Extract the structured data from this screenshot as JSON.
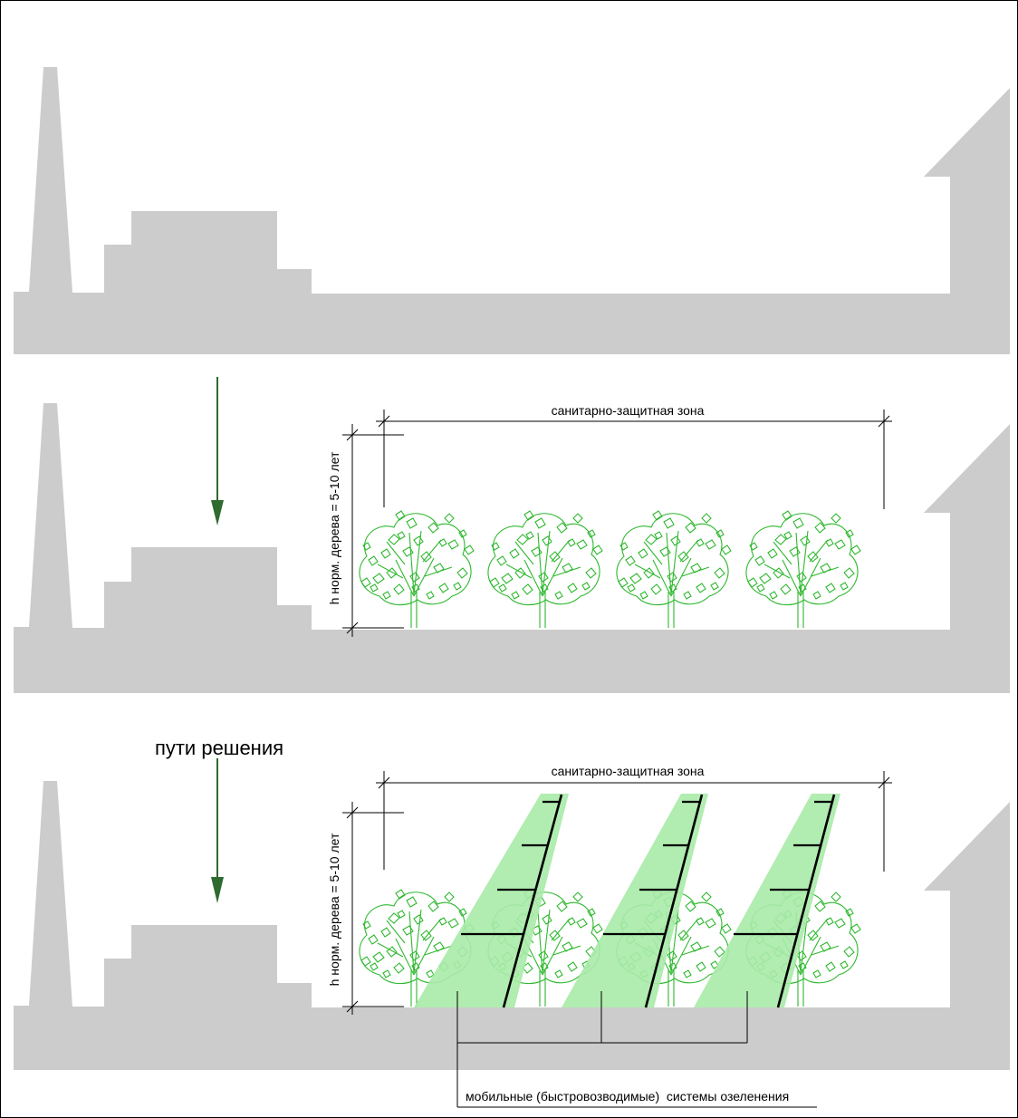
{
  "labels": {
    "zone": "санитарно-защитная зона",
    "tree_height": "h норм. дерева = 5-10 лет",
    "solution": "пути решения",
    "mobile_systems": "мобильные (быстровозводимые)  системы озеленения"
  },
  "colors": {
    "ground": "#cccccc",
    "tree": "#2fb82f",
    "arrow": "#2f6b2f",
    "green_fill": "#a9eaa9",
    "dim_line": "#000000"
  },
  "panels": [
    {
      "name": "panel-current-state",
      "trees": 0,
      "arrow": false,
      "dimensions": false,
      "mobile_systems": false
    },
    {
      "name": "panel-tree-buffer",
      "trees": 4,
      "arrow": true,
      "dimensions": true,
      "mobile_systems": false
    },
    {
      "name": "panel-mobile-greening",
      "trees": 4,
      "arrow": true,
      "dimensions": true,
      "mobile_systems": true
    }
  ]
}
